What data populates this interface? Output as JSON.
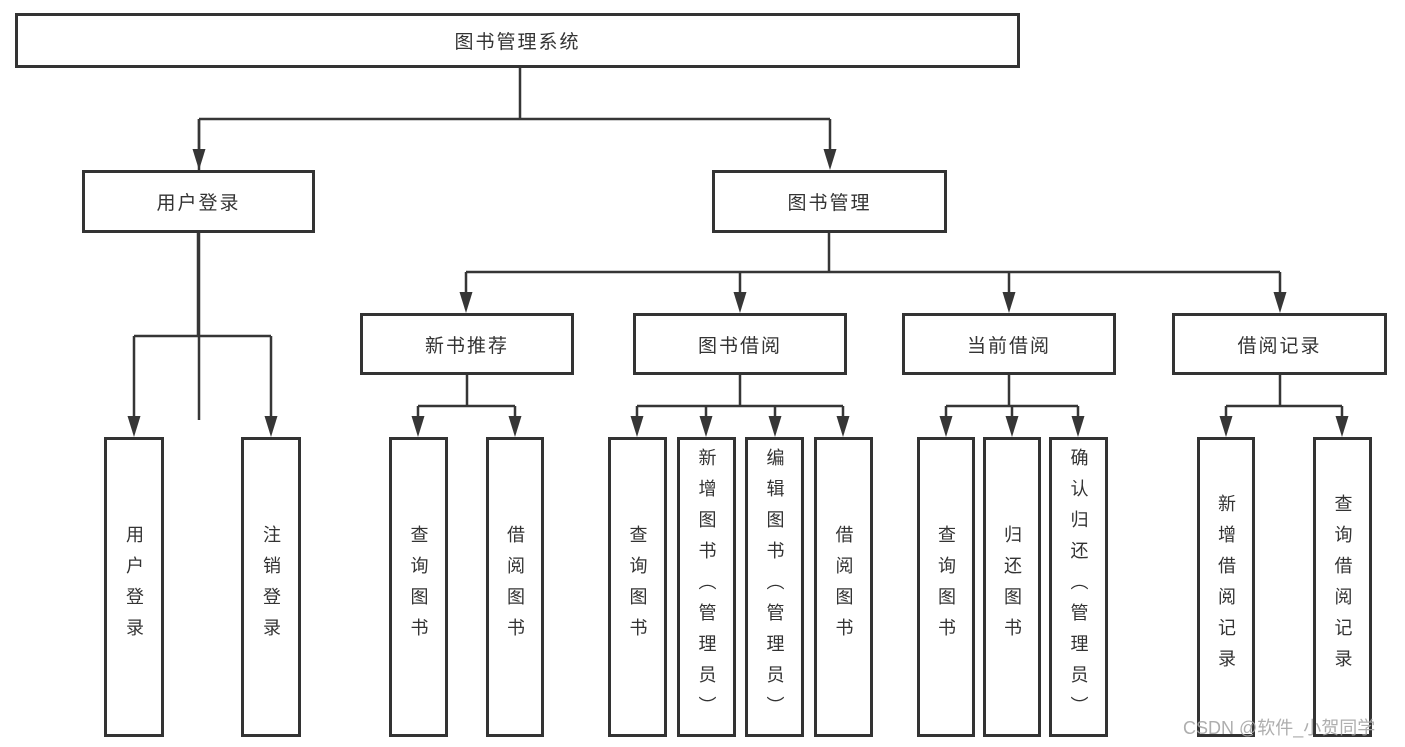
{
  "diagram": {
    "title": "图书管理系统",
    "tree": {
      "label": "图书管理系统",
      "children": [
        {
          "label": "用户登录",
          "children": [
            {
              "label": "用户登录"
            },
            {
              "label": "注销登录"
            }
          ]
        },
        {
          "label": "图书管理",
          "children": [
            {
              "label": "新书推荐",
              "children": [
                {
                  "label": "查询图书"
                },
                {
                  "label": "借阅图书"
                }
              ]
            },
            {
              "label": "图书借阅",
              "children": [
                {
                  "label": "查询图书"
                },
                {
                  "label": "新增图书（管理员）"
                },
                {
                  "label": "编辑图书（管理员）"
                },
                {
                  "label": "借阅图书"
                }
              ]
            },
            {
              "label": "当前借阅",
              "children": [
                {
                  "label": "查询图书"
                },
                {
                  "label": "归还图书"
                },
                {
                  "label": "确认归还（管理员）"
                }
              ]
            },
            {
              "label": "借阅记录",
              "children": [
                {
                  "label": "新增借阅记录"
                },
                {
                  "label": "查询借阅记录"
                }
              ]
            }
          ]
        }
      ]
    },
    "colors": {
      "line": "#363636",
      "box_border": "#333333",
      "text": "#333333",
      "background": "#ffffff",
      "watermark": "#a5a5a5"
    }
  },
  "watermark": {
    "text": "CSDN @软件_小贺同学"
  }
}
